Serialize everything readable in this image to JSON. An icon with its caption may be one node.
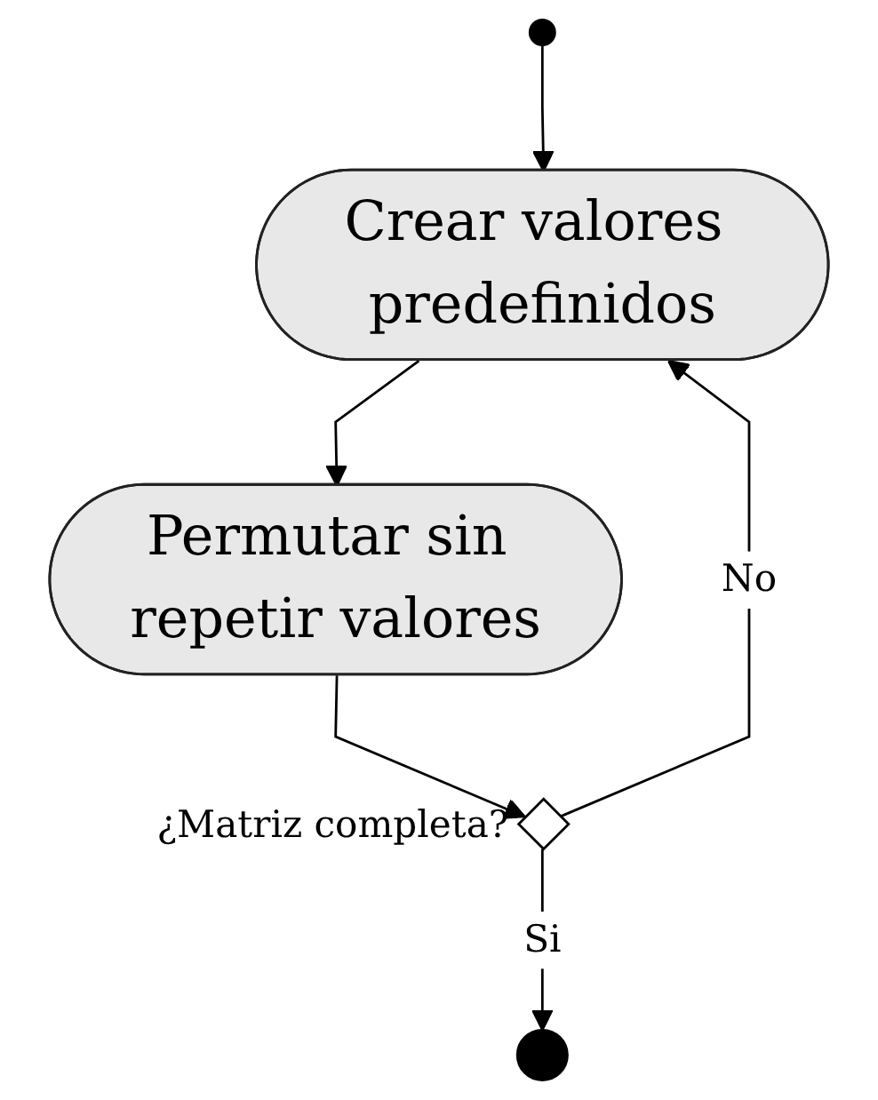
{
  "diagram": {
    "nodes": [
      {
        "text": [],
        "shape": "circle"
      },
      {
        "text": [
          "Crear valores predefinidos"
        ]
      },
      {
        "text": [
          "Permutar sin repetir valores"
        ]
      },
      {
        "text": [],
        "shape": "diamond",
        "beside": [
          "¿Matriz completa?"
        ]
      },
      {
        "text": [],
        "shape": "circle"
      }
    ],
    "edges": [
      {
        "from": 0,
        "to": 1,
        "arrow": "to"
      },
      {
        "from": 1,
        "to": 2,
        "arrow": "to"
      },
      {
        "from": 2,
        "to": 3,
        "arrow": "to"
      },
      {
        "from": 3,
        "to": 1,
        "arrow": "to",
        "label": "No"
      },
      {
        "from": 3,
        "to": 4,
        "arrow": "to",
        "label": "Si"
      }
    ]
  }
}
